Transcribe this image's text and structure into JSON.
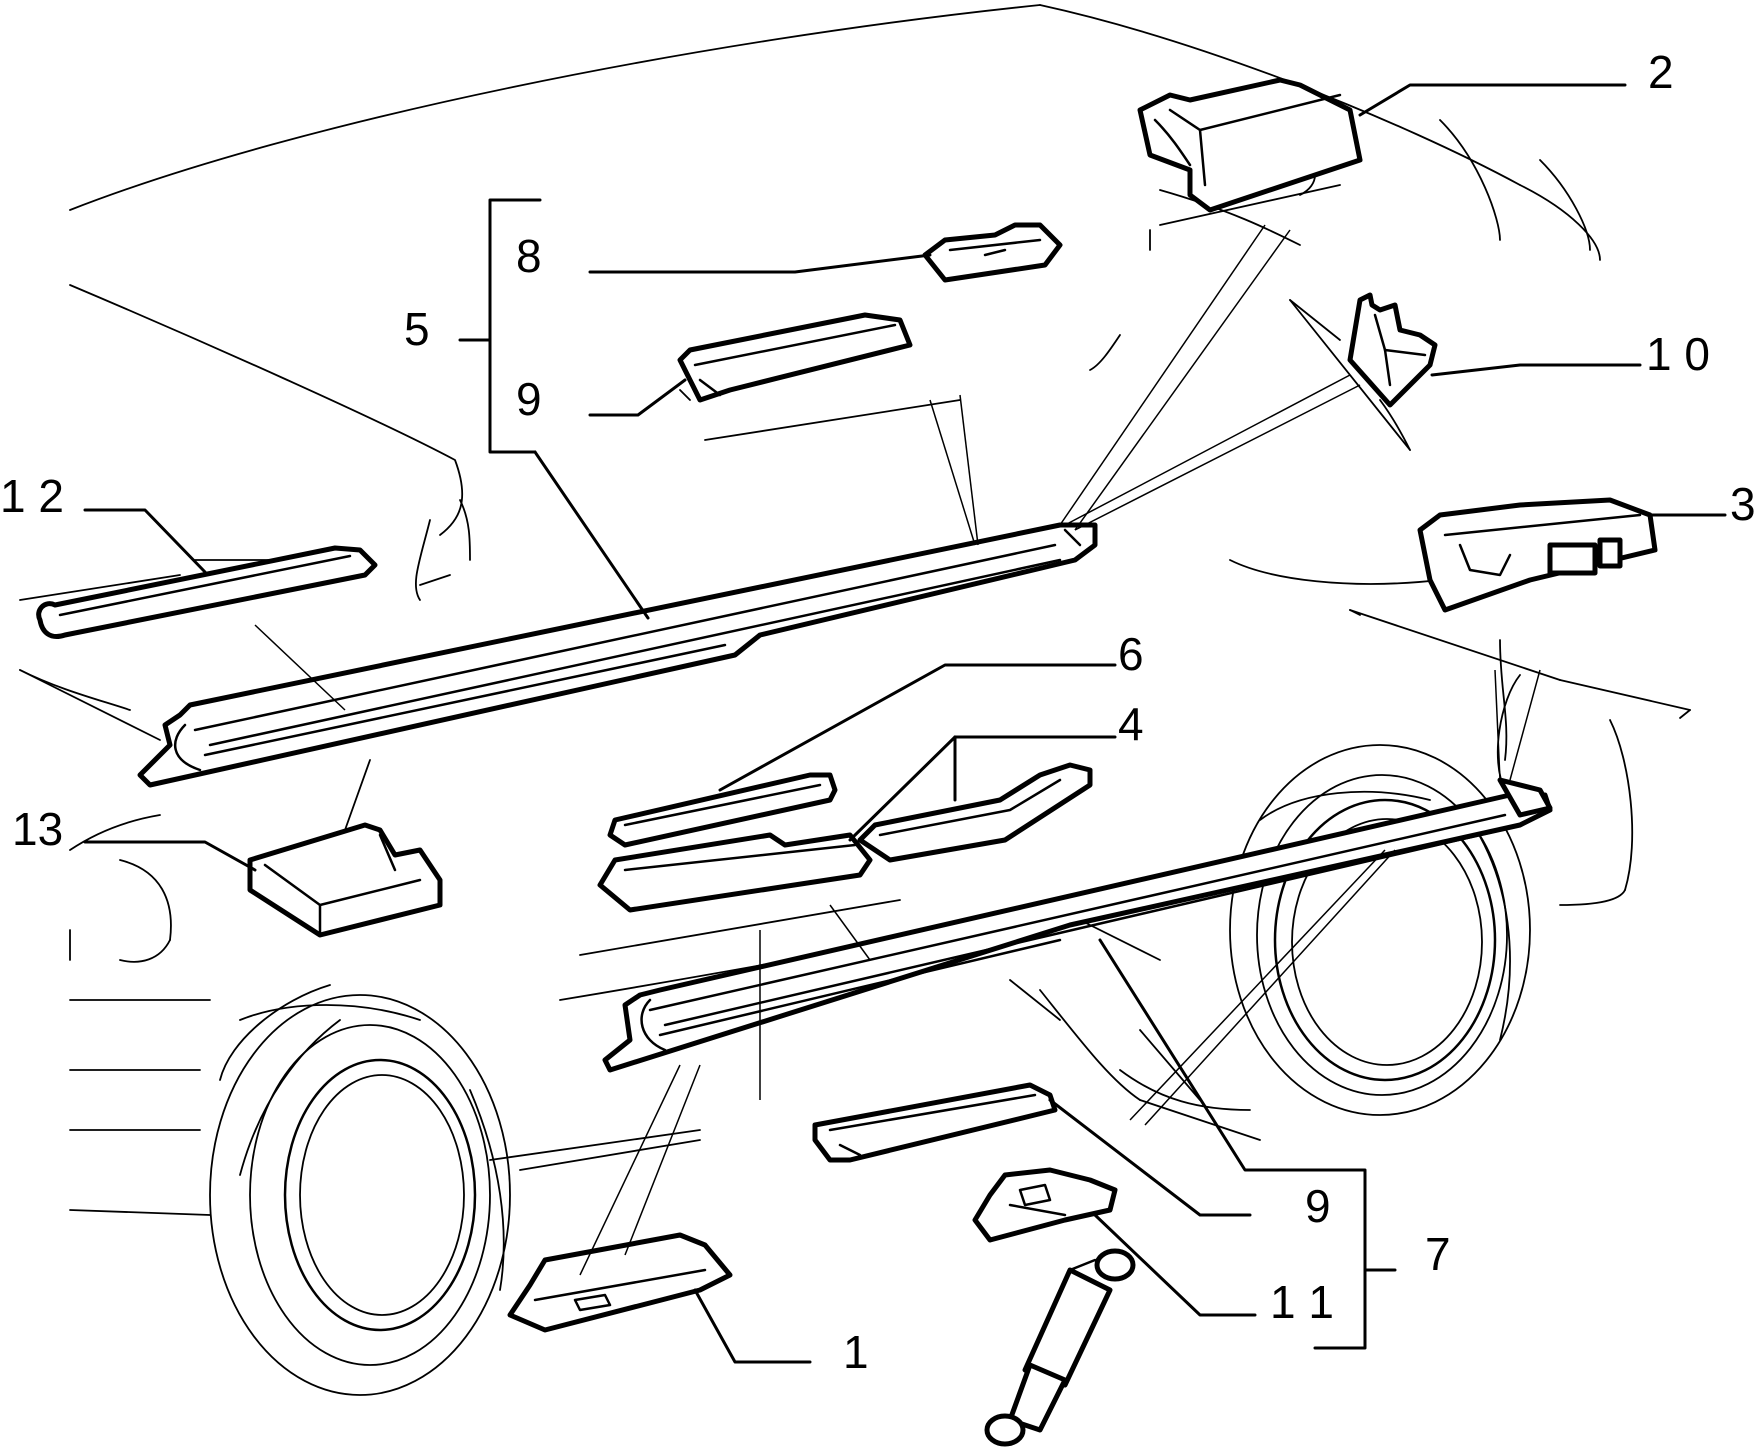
{
  "colors": {
    "ink": "#000000",
    "background": "#ffffff"
  },
  "callouts": [
    {
      "id": "1",
      "label": "1"
    },
    {
      "id": "2",
      "label": "2"
    },
    {
      "id": "3",
      "label": "3"
    },
    {
      "id": "4",
      "label": "4"
    },
    {
      "id": "5",
      "label": "5"
    },
    {
      "id": "6",
      "label": "6"
    },
    {
      "id": "7",
      "label": "7"
    },
    {
      "id": "8",
      "label": "8"
    },
    {
      "id": "9a",
      "label": "9"
    },
    {
      "id": "9b",
      "label": "9"
    },
    {
      "id": "10",
      "label": "1 0"
    },
    {
      "id": "11",
      "label": "1 1"
    },
    {
      "id": "12",
      "label": "1 2"
    },
    {
      "id": "13",
      "label": "13"
    }
  ]
}
